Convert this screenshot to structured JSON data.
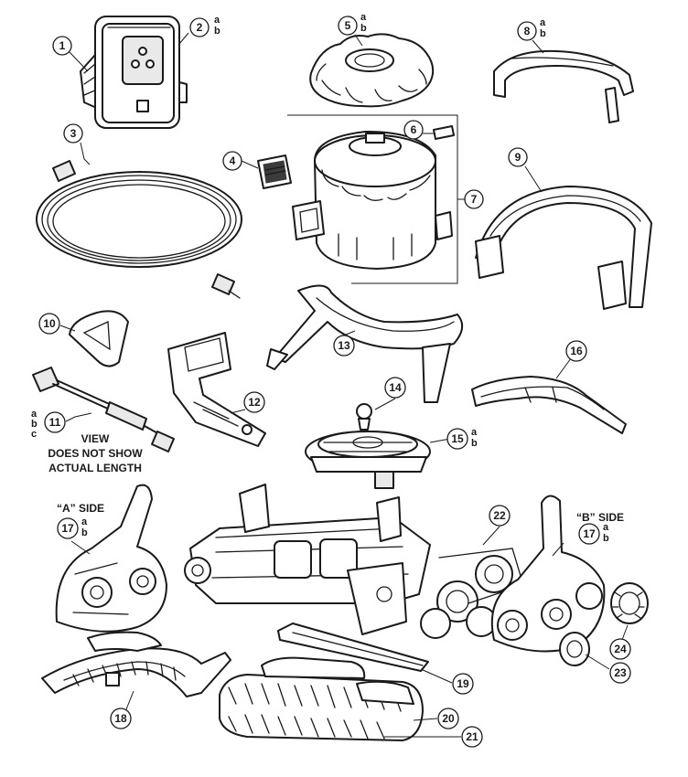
{
  "callouts": [
    {
      "id": "1",
      "sub": []
    },
    {
      "id": "2",
      "sub": [
        "a",
        "b"
      ]
    },
    {
      "id": "3",
      "sub": []
    },
    {
      "id": "4",
      "sub": []
    },
    {
      "id": "5",
      "sub": [
        "a",
        "b"
      ]
    },
    {
      "id": "6",
      "sub": []
    },
    {
      "id": "7",
      "sub": []
    },
    {
      "id": "8",
      "sub": [
        "a",
        "b"
      ]
    },
    {
      "id": "9",
      "sub": []
    },
    {
      "id": "10",
      "sub": []
    },
    {
      "id": "11",
      "sub": [
        "a",
        "b",
        "c"
      ]
    },
    {
      "id": "12",
      "sub": []
    },
    {
      "id": "13",
      "sub": []
    },
    {
      "id": "14",
      "sub": []
    },
    {
      "id": "15",
      "sub": [
        "a",
        "b"
      ]
    },
    {
      "id": "16",
      "sub": []
    },
    {
      "id": "17",
      "sub": [
        "a",
        "b"
      ]
    },
    {
      "id": "17",
      "sub": [
        "a",
        "b"
      ]
    },
    {
      "id": "18",
      "sub": []
    },
    {
      "id": "19",
      "sub": []
    },
    {
      "id": "20",
      "sub": []
    },
    {
      "id": "21",
      "sub": []
    },
    {
      "id": "22",
      "sub": []
    },
    {
      "id": "23",
      "sub": []
    },
    {
      "id": "24",
      "sub": []
    }
  ],
  "notes": {
    "view_line1": "VIEW",
    "view_line2": "DOES NOT SHOW",
    "view_line3": "ACTUAL LENGTH",
    "side_a": "“A” SIDE",
    "side_b": "“B” SIDE"
  }
}
